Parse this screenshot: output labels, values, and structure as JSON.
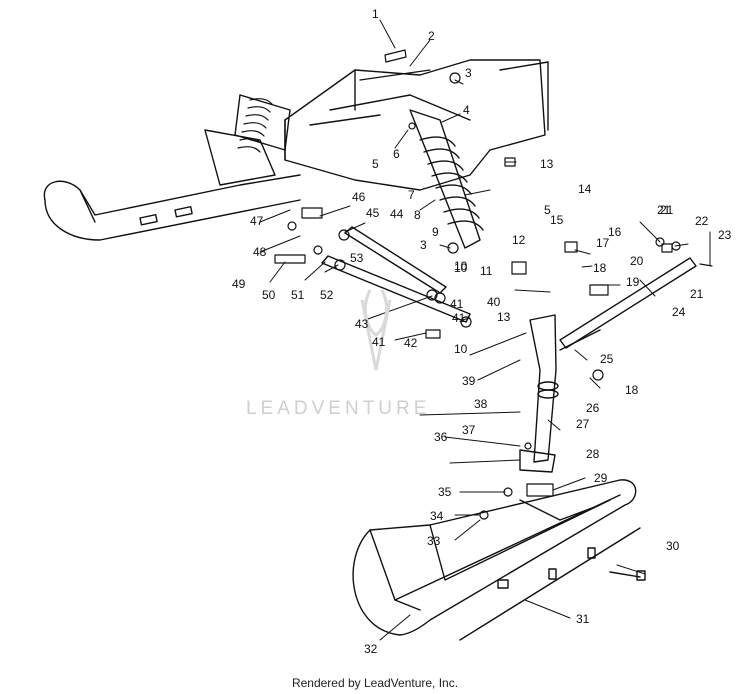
{
  "watermark": "LEADVENTURE",
  "footer": "Rendered by LeadVenture, Inc.",
  "callouts": [
    "1",
    "2",
    "3",
    "4",
    "5",
    "6",
    "7",
    "8",
    "9",
    "10",
    "11",
    "12",
    "13",
    "14",
    "15",
    "16",
    "17",
    "18",
    "19",
    "20",
    "21",
    "22",
    "23",
    "24",
    "25",
    "26",
    "27",
    "28",
    "29",
    "30",
    "31",
    "32",
    "33",
    "34",
    "35",
    "36",
    "37",
    "38",
    "39",
    "40",
    "41",
    "42",
    "43",
    "44",
    "45",
    "46",
    "47",
    "48",
    "49",
    "50",
    "51",
    "52",
    "53",
    "5",
    "3",
    "10",
    "13",
    "18",
    "21",
    "21",
    "41",
    "41",
    "10"
  ]
}
